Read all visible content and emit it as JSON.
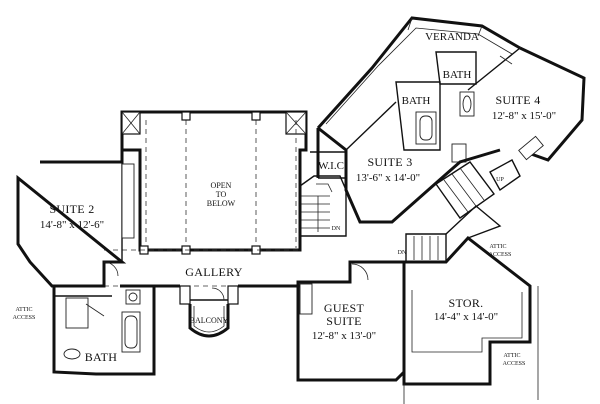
{
  "rooms": {
    "veranda": {
      "name": "VERANDA"
    },
    "suite4": {
      "name": "SUITE 4",
      "dims": "12'-8\" x 15'-0\""
    },
    "suite3": {
      "name": "SUITE 3",
      "dims": "13'-6\" x 14'-0\""
    },
    "suite2": {
      "name": "SUITE 2",
      "dims": "14'-8\" x 12'-6\""
    },
    "bath_suite4": {
      "name": "BATH"
    },
    "bath_suite3": {
      "name": "BATH"
    },
    "bath_suite2": {
      "name": "BATH"
    },
    "wic": {
      "name": "W.I.C"
    },
    "open_to_below": {
      "line1": "OPEN",
      "line2": "TO",
      "line3": "BELOW"
    },
    "gallery": {
      "name": "GALLERY"
    },
    "balcony": {
      "name": "BALCONY"
    },
    "guest_suite": {
      "line1": "GUEST",
      "line2": "SUITE",
      "dims": "12'-8\" x 13'-0\""
    },
    "storage": {
      "name": "STOR.",
      "dims": "14'-4\" x 14'-0\""
    }
  },
  "annotations": {
    "attic_access": {
      "line1": "ATTIC",
      "line2": "ACCESS"
    },
    "dn": "DN",
    "up": "UP"
  }
}
